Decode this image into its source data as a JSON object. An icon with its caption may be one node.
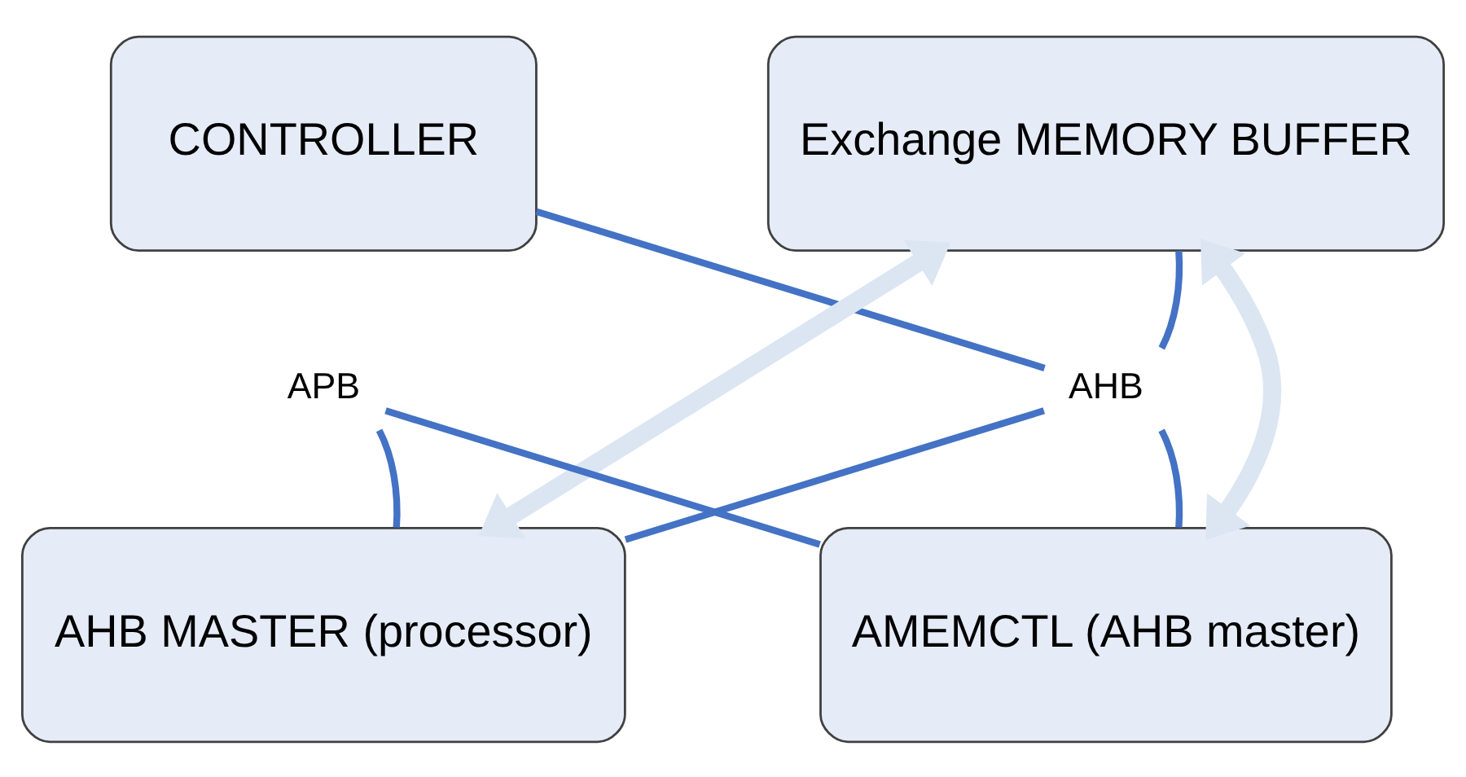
{
  "diagram": {
    "nodes": [
      {
        "text": [
          "CONTROLLER"
        ]
      },
      {
        "text": [
          "Exchange MEMORY BUFFER"
        ]
      },
      {
        "text": [
          "APB"
        ]
      },
      {
        "text": [
          "AHB"
        ]
      },
      {
        "text": [
          "AHB MASTER (processor)"
        ]
      },
      {
        "text": [
          "AMEMCTL (AHB master)"
        ]
      }
    ],
    "edges": [
      {
        "from": 0,
        "to": 3,
        "arrow": "none"
      },
      {
        "from": 3,
        "to": 4,
        "arrow": "none"
      },
      {
        "from": 4,
        "to": 2,
        "arrow": "none"
      },
      {
        "from": 4,
        "to": 1,
        "arrow": "both",
        "style": "thick",
        "color": "#dce6f2"
      },
      {
        "from": 1,
        "to": 3,
        "arrow": "none"
      },
      {
        "from": 3,
        "to": 5,
        "arrow": "none"
      },
      {
        "from": 5,
        "to": 2,
        "arrow": "none"
      },
      {
        "from": 1,
        "to": 5,
        "arrow": "both",
        "style": "thick",
        "color": "#dce6f2"
      }
    ]
  }
}
